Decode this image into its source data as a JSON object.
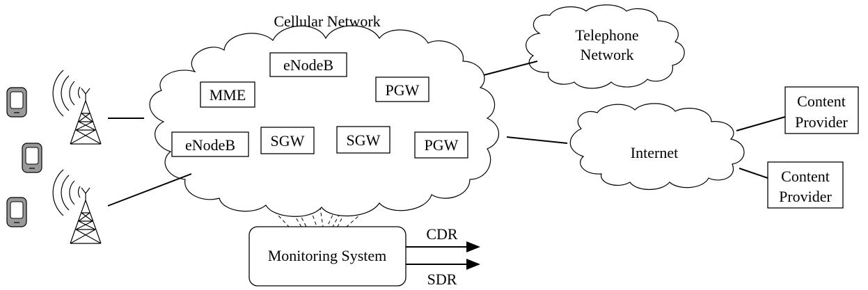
{
  "diagram": {
    "cellular_network": {
      "title": "Cellular Network",
      "nodes": [
        "eNodeB",
        "MME",
        "PGW",
        "eNodeB",
        "SGW",
        "SGW",
        "PGW"
      ]
    },
    "telephone_network": {
      "line1": "Telephone",
      "line2": "Network"
    },
    "internet": {
      "label": "Internet"
    },
    "content_providers": [
      {
        "line1": "Content",
        "line2": "Provider"
      },
      {
        "line1": "Content",
        "line2": "Provider"
      }
    ],
    "monitoring_system": {
      "label": "Monitoring System"
    },
    "outputs": [
      "CDR",
      "SDR"
    ],
    "user_devices": [
      "phone-icon",
      "phone-icon",
      "phone-icon"
    ],
    "base_stations": [
      "cell-tower-icon",
      "cell-tower-icon"
    ]
  }
}
